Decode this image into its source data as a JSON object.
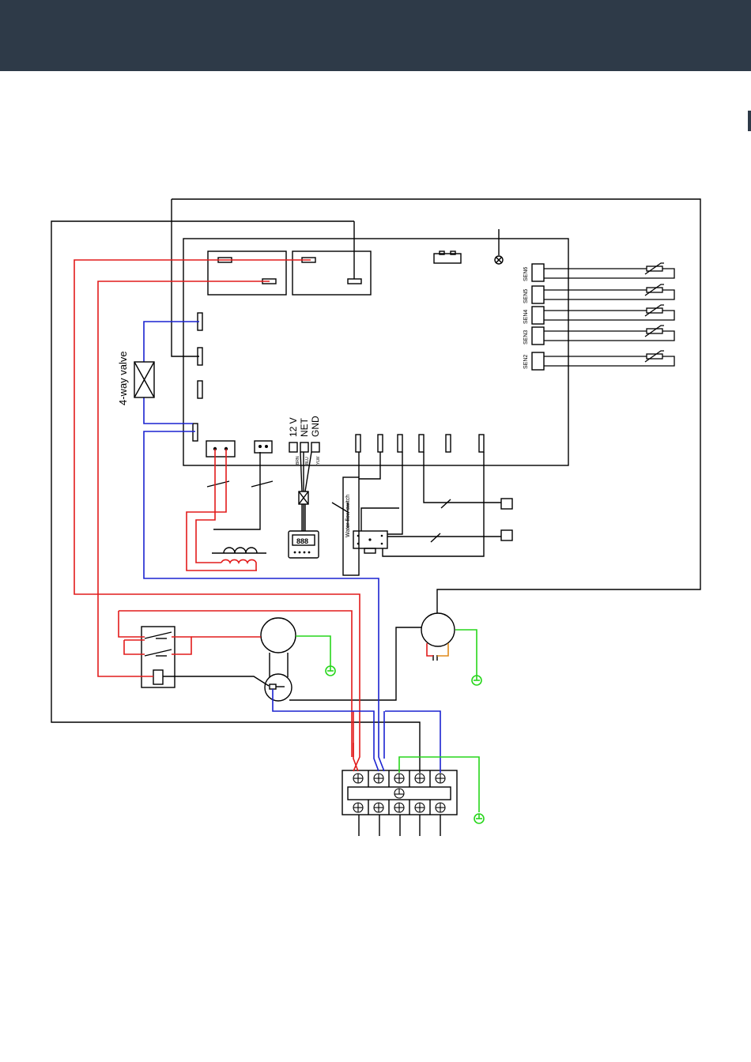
{
  "diagram": {
    "valve_label": "4-way valve",
    "comm_labels": [
      "12 V",
      "NET",
      "GND"
    ],
    "comm_wire_colors": [
      "BRN",
      "BLU",
      "YLW"
    ],
    "display_digits": "888",
    "flow_switch_label": "Water flow switch",
    "sensors": [
      "SEN6",
      "SEN5",
      "SEN4",
      "SEN3",
      "SEN2"
    ],
    "colors": {
      "banner": "#2e3a48",
      "line_wire": "#e21b1b",
      "neutral_wire": "#1a22d0",
      "earth_wire": "#27d61b",
      "capacitor_wire": "#e08a1b",
      "control_wire": "#000000"
    }
  }
}
